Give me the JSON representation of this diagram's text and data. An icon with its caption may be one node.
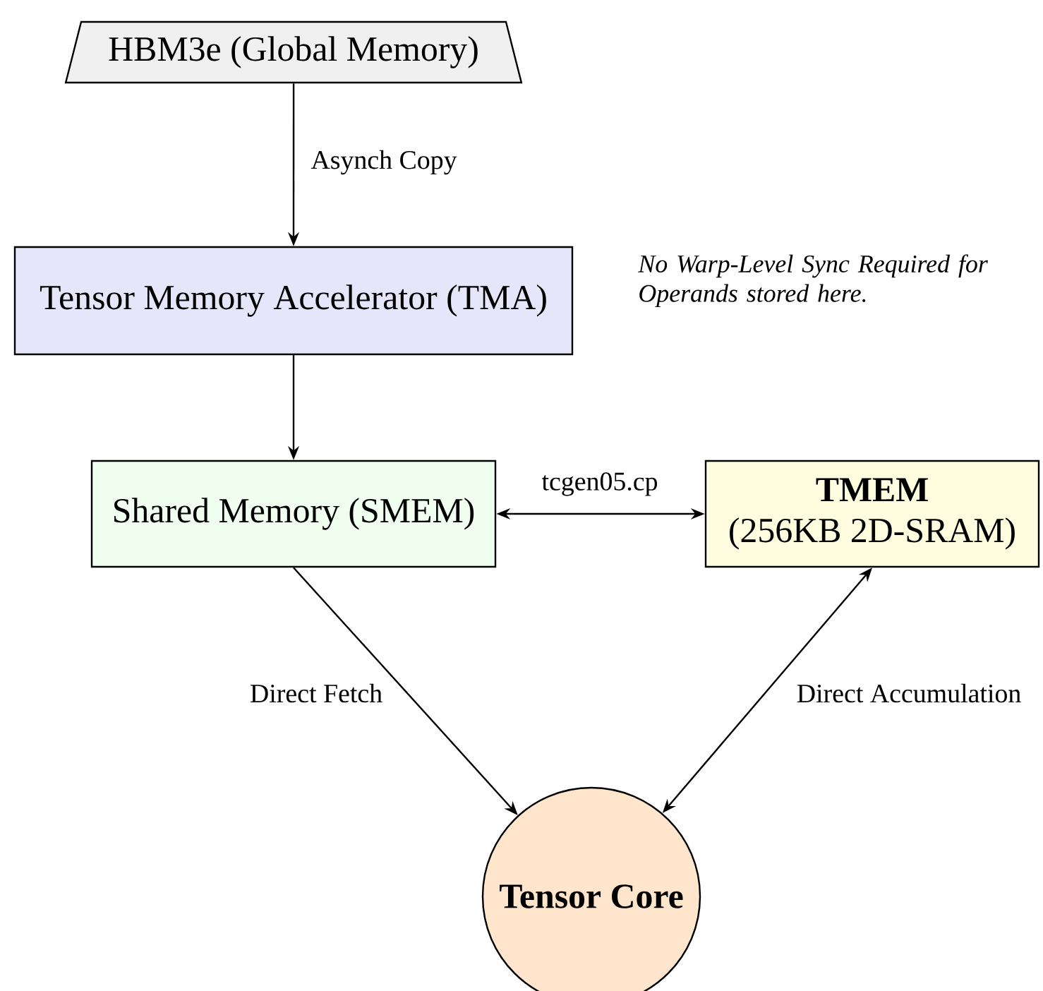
{
  "diagram": {
    "nodes": [
      {
        "text": [
          "HBM3e (Global Memory)"
        ]
      },
      {
        "text": [
          "Tensor Memory Accelerator (TMA)"
        ]
      },
      {
        "text": [
          "Shared Memory (SMEM)"
        ]
      },
      {
        "text": [
          "TMEM",
          "(256KB 2D-SRAM)"
        ]
      },
      {
        "text": [
          "Tensor Core"
        ]
      }
    ],
    "edges": [
      {
        "from": 0,
        "to": 1,
        "arrow": "to",
        "label": "Asynch Copy"
      },
      {
        "from": 1,
        "to": 2,
        "arrow": "to"
      },
      {
        "from": 2,
        "to": 3,
        "arrow": "both",
        "label": "tcgen05.cp"
      },
      {
        "from": 2,
        "to": 4,
        "arrow": "to",
        "label": "Direct Fetch"
      },
      {
        "from": 3,
        "to": 4,
        "arrow": "both",
        "label": "Direct Accumulation"
      }
    ],
    "labels": [
      "No Warp-Level Sync Required for Operands stored here."
    ]
  }
}
